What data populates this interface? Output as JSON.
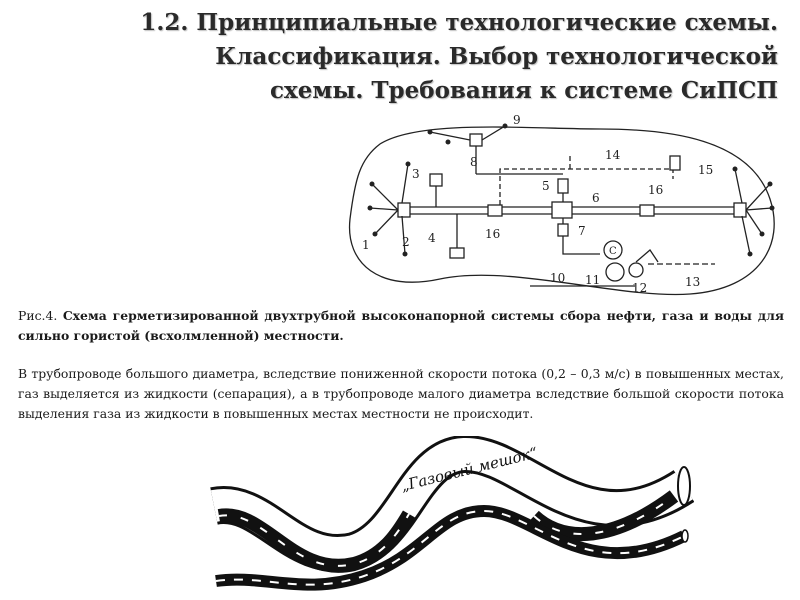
{
  "slide": {
    "title_lines": [
      "1.2. Принципиальные технологические схемы.",
      "Классификация. Выбор технологической",
      "схемы. Требования к системе СиПСП"
    ]
  },
  "figure1": {
    "labels": [
      "1",
      "2",
      "3",
      "4",
      "5",
      "6",
      "7",
      "8",
      "9",
      "10",
      "11",
      "12",
      "13",
      "14",
      "15",
      "16",
      "16"
    ],
    "pump_symbol": "C"
  },
  "caption": {
    "prefix": "Рис.4. ",
    "bold": "Схема герметизированной двухтрубной высоконапорной системы сбора нефти, газа и воды для сильно гористой (всхолмленной) местности."
  },
  "paragraph": "В трубопроводе большого диаметра, вследствие пониженной скорости потока (0,2 – 0,3 м/с) в повышенных местах, газ выделяется из жидкости (сепарация), а в трубопроводе малого диаметра вследствие большой скорости потока выделения газа из жидкости в повышенных местах местности не происходит.",
  "figure2": {
    "label": "„Газовый мешок“"
  }
}
